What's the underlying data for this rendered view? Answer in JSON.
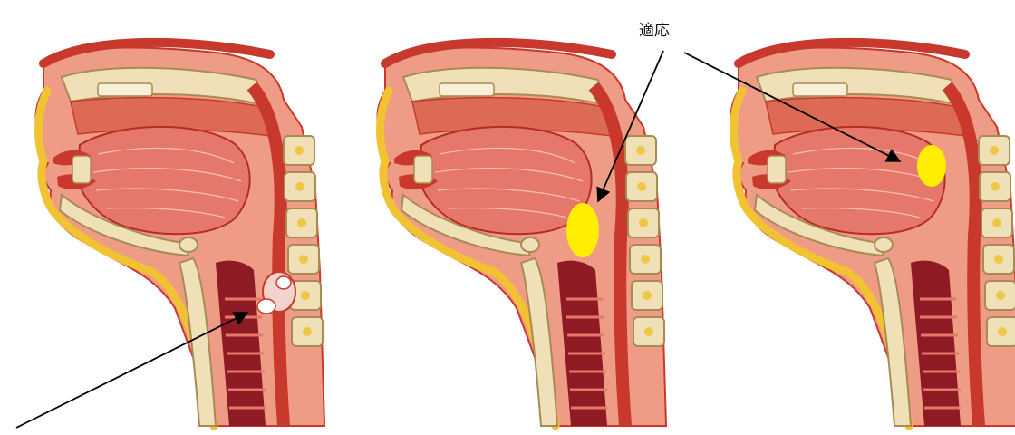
{
  "annotation": {
    "label": "適応"
  },
  "colors": {
    "background": "#ffffff",
    "tissue_red": "#c8382c",
    "tissue_light": "#ef9c86",
    "tissue_mid": "#dd6a55",
    "fat_yellow": "#f1c232",
    "bone": "#efe0b8",
    "bone_stroke": "#a88a54",
    "airway_dark": "#8e1a24",
    "highlight_yellow": "#ffee00",
    "arrow": "#000000",
    "lesion": "#f4d3cf"
  },
  "panels": [
    {
      "name": "panel-left",
      "marker": "lesion"
    },
    {
      "name": "panel-middle",
      "marker": "yellow-oval-low"
    },
    {
      "name": "panel-right",
      "marker": "yellow-oval-high"
    }
  ]
}
